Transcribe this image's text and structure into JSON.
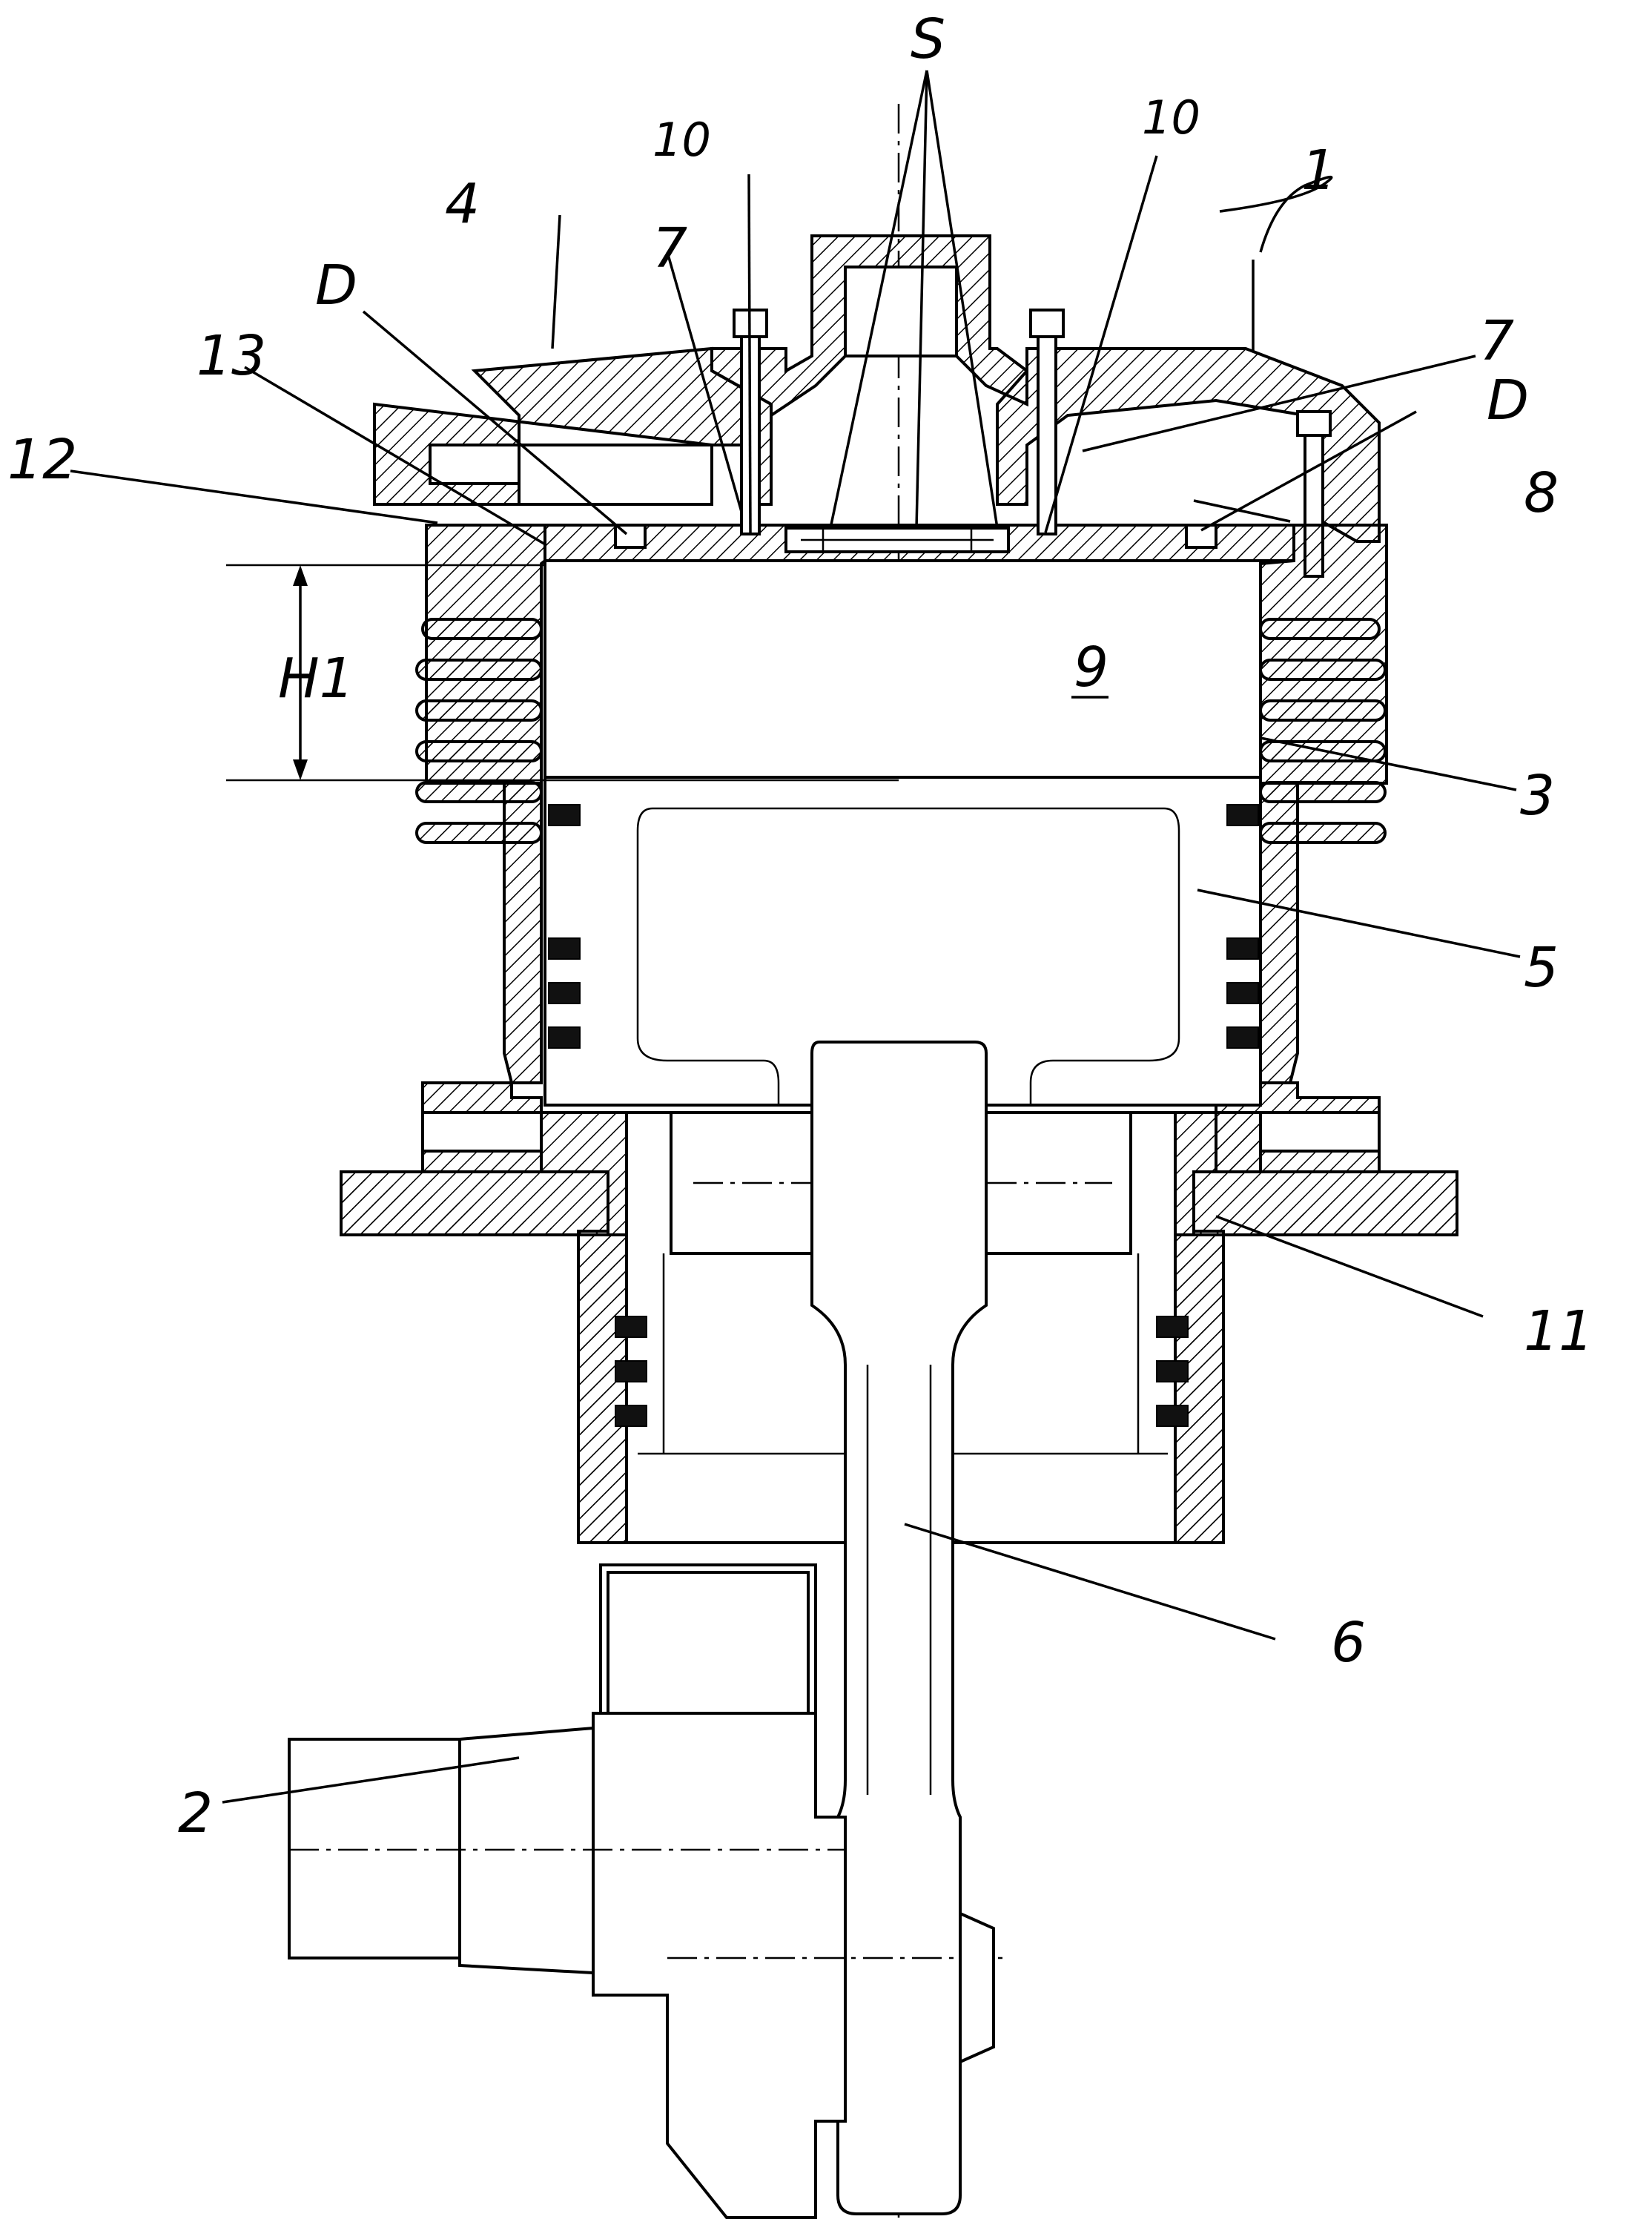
{
  "labels": {
    "l1": "1",
    "l2": "2",
    "l3": "3",
    "l4": "4",
    "l5": "5",
    "l6": "6",
    "l7a": "7",
    "l7b": "7",
    "l8": "8",
    "l9": "9",
    "l10a": "10",
    "l10b": "10",
    "l11": "11",
    "l12": "12",
    "l13": "13",
    "lDa": "D",
    "lDb": "D",
    "lS": "S",
    "lH1": "H1"
  }
}
